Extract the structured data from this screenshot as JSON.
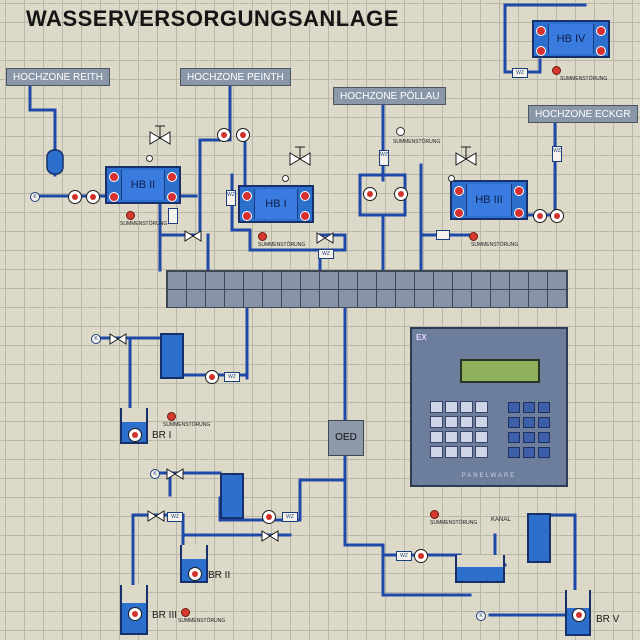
{
  "title": "WASSERVERSORGUNGSANLAGE",
  "zones": {
    "reith": "HOCHZONE REITH",
    "peinth": "HOCHZONE PEINTH",
    "poellau": "HOCHZONE PÖLLAU",
    "eckgr": "HOCHZONE ECKGR"
  },
  "tanks": {
    "hb1": "HB I",
    "hb2": "HB II",
    "hb3": "HB III",
    "hb4": "HB IV",
    "br1": "BR I",
    "br2": "BR II",
    "br3": "BR III",
    "br5": "BR V"
  },
  "labels": {
    "summenstoerung": "SUMMENSTÖRUNG",
    "kanal": "KANAL",
    "oed": "OED",
    "wz": "WZ",
    "k": "K",
    "panel_brand": "PANELWARE"
  },
  "colors": {
    "pipe": "#1f49a8",
    "tank": "#2d6fcc",
    "lamp": "#d63a2e",
    "zone_label": "#8997a8",
    "board": "#dcd9c9"
  }
}
